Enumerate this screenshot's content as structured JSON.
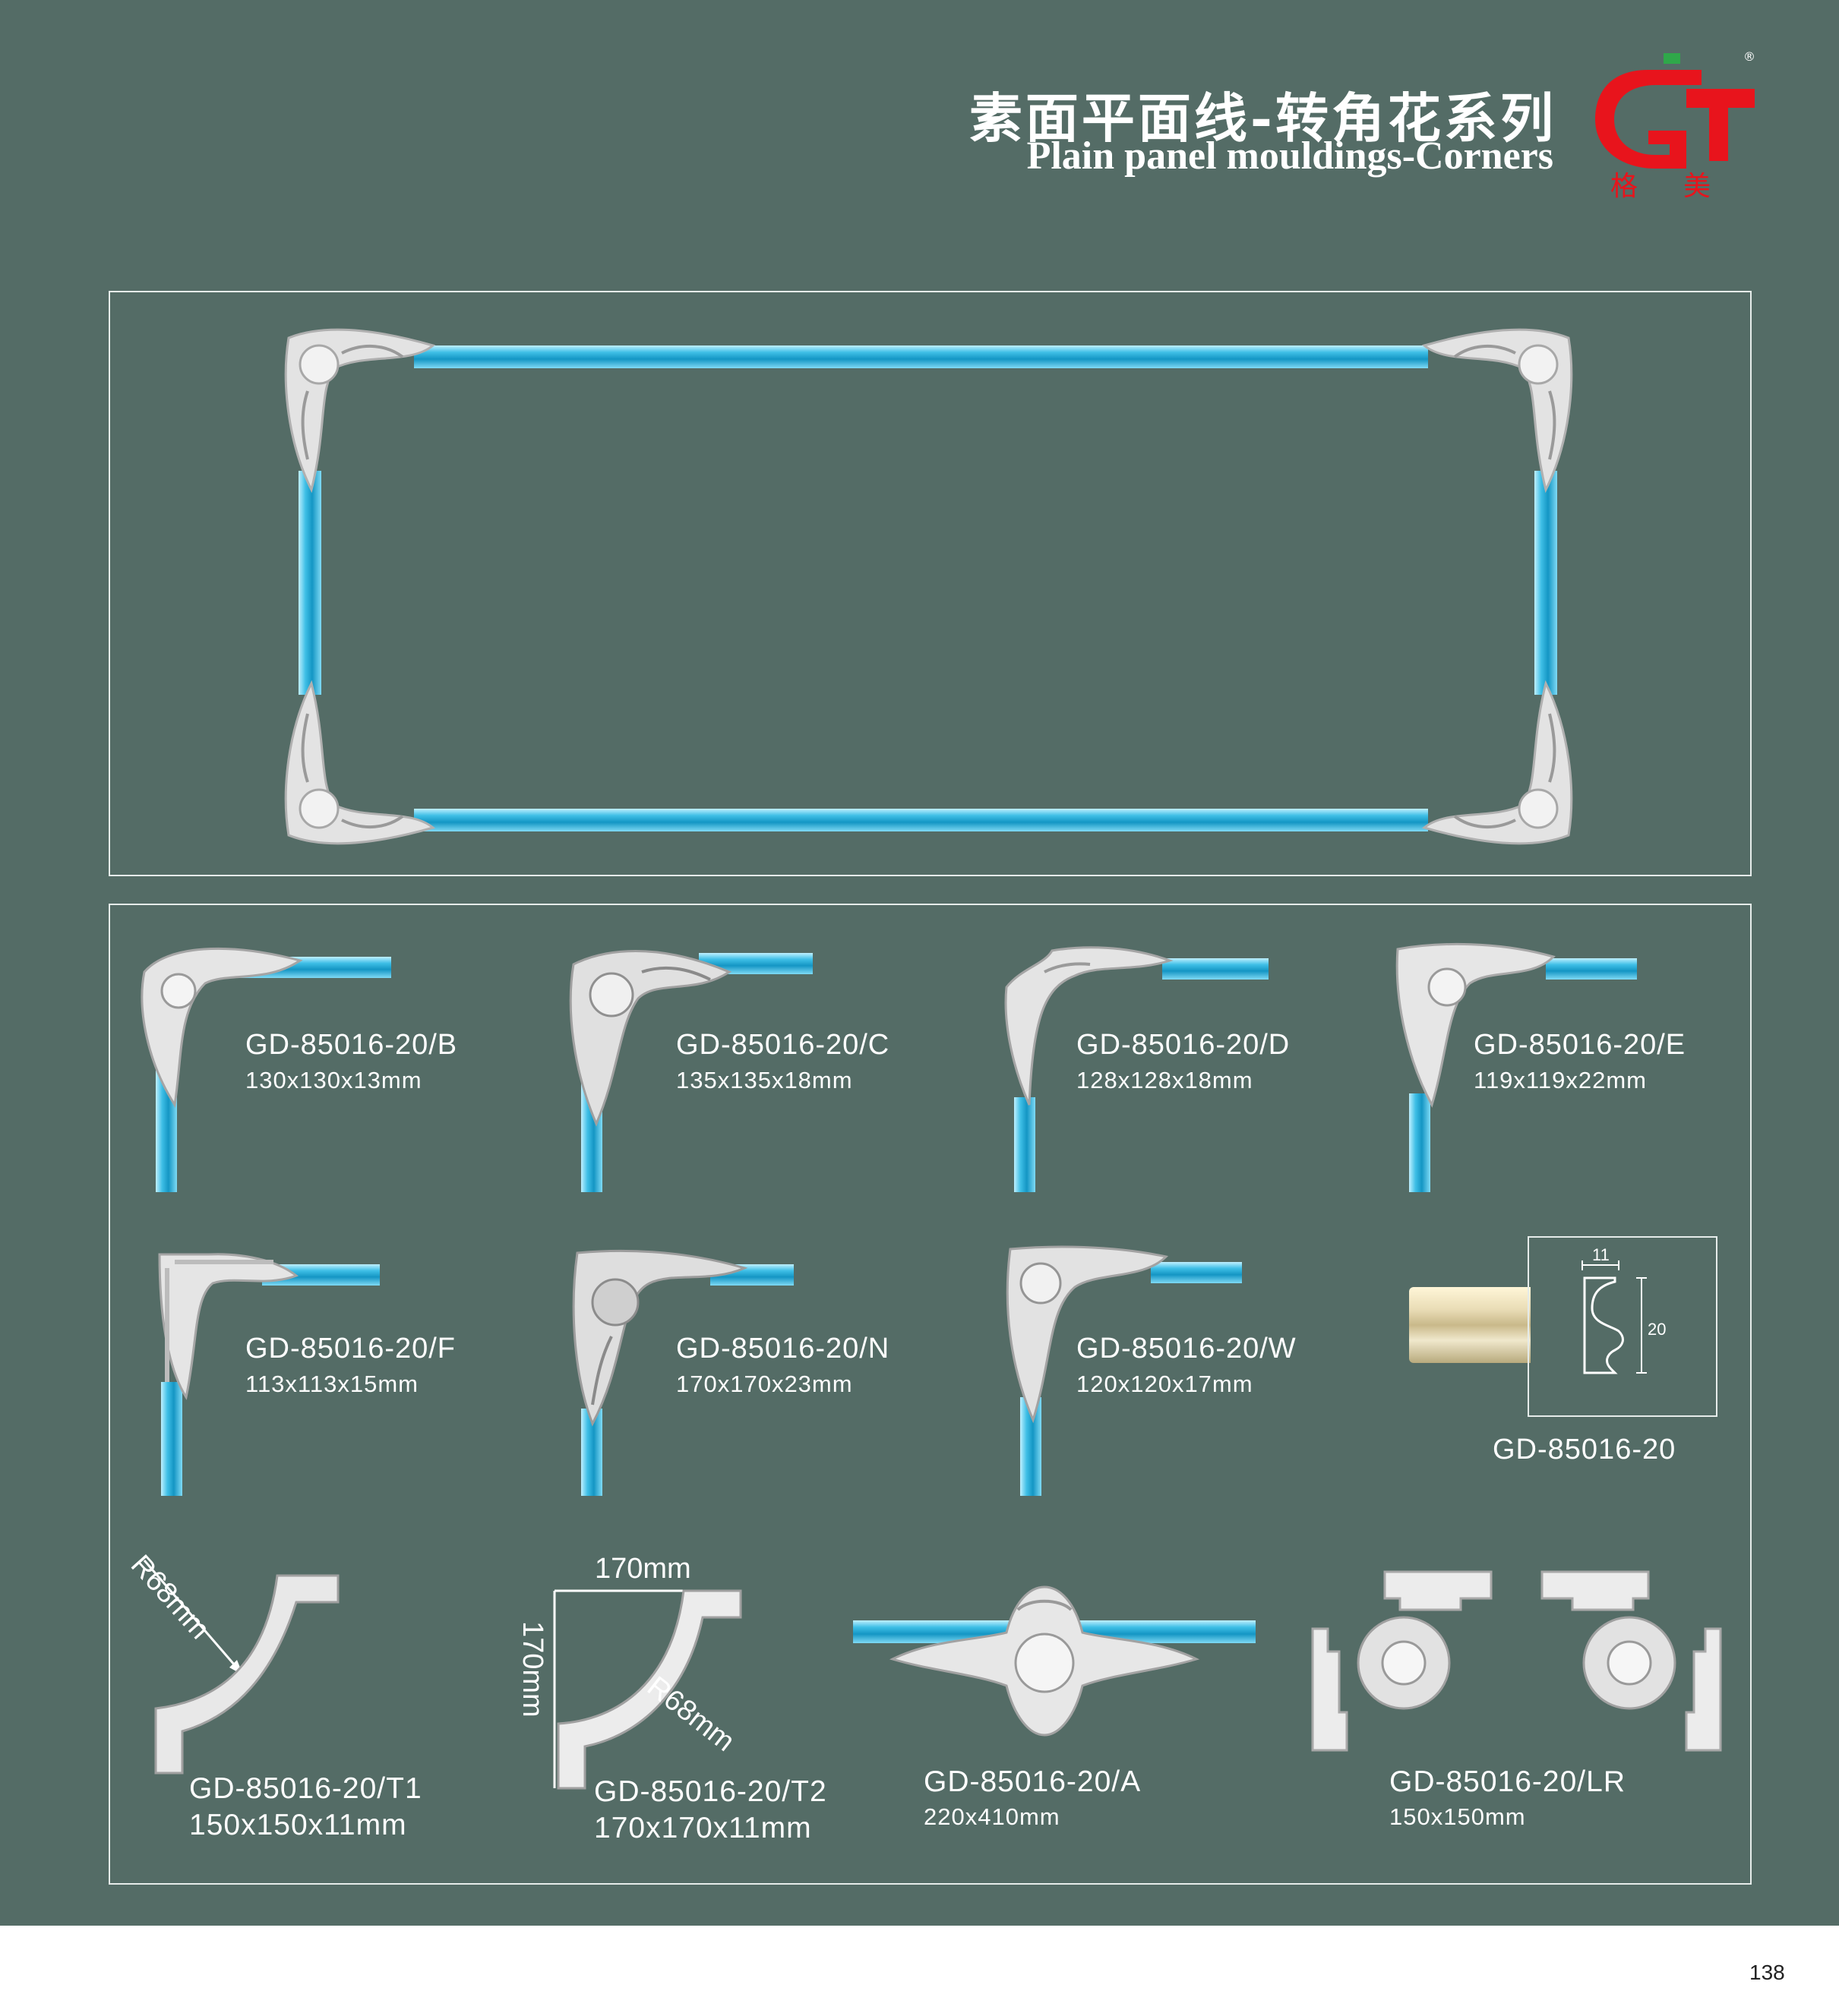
{
  "header": {
    "title_cn": "素面平面线-转角花系列",
    "title_en": "Plain panel mouldings-Corners",
    "logo_text": "格美",
    "logo_mark": "®"
  },
  "colors": {
    "background": "#546c66",
    "moulding": "#1ea5d2",
    "ornament": "#e6e6e6",
    "logo": "#e8141c"
  },
  "products": [
    {
      "code": "GD-85016-20/B",
      "size": "130x130x13mm"
    },
    {
      "code": "GD-85016-20/C",
      "size": "135x135x18mm"
    },
    {
      "code": "GD-85016-20/D",
      "size": "128x128x18mm"
    },
    {
      "code": "GD-85016-20/E",
      "size": "119x119x22mm"
    },
    {
      "code": "GD-85016-20/F",
      "size": "113x113x15mm"
    },
    {
      "code": "GD-85016-20/N",
      "size": "170x170x23mm"
    },
    {
      "code": "GD-85016-20/W",
      "size": "120x120x17mm"
    }
  ],
  "profile": {
    "code": "GD-85016-20",
    "width": "11",
    "height": "20"
  },
  "arcs": [
    {
      "code": "GD-85016-20/T1",
      "size": "150x150x11mm",
      "radius": "R68mm"
    },
    {
      "code": "GD-85016-20/T2",
      "size": "170x170x11mm",
      "radius": "R68mm",
      "width_dim": "170mm",
      "height_dim": "170mm"
    }
  ],
  "centerpiece": {
    "code": "GD-85016-20/A",
    "size": "220x410mm"
  },
  "lr": {
    "code": "GD-85016-20/LR",
    "size": "150x150mm"
  },
  "page_number": "138"
}
